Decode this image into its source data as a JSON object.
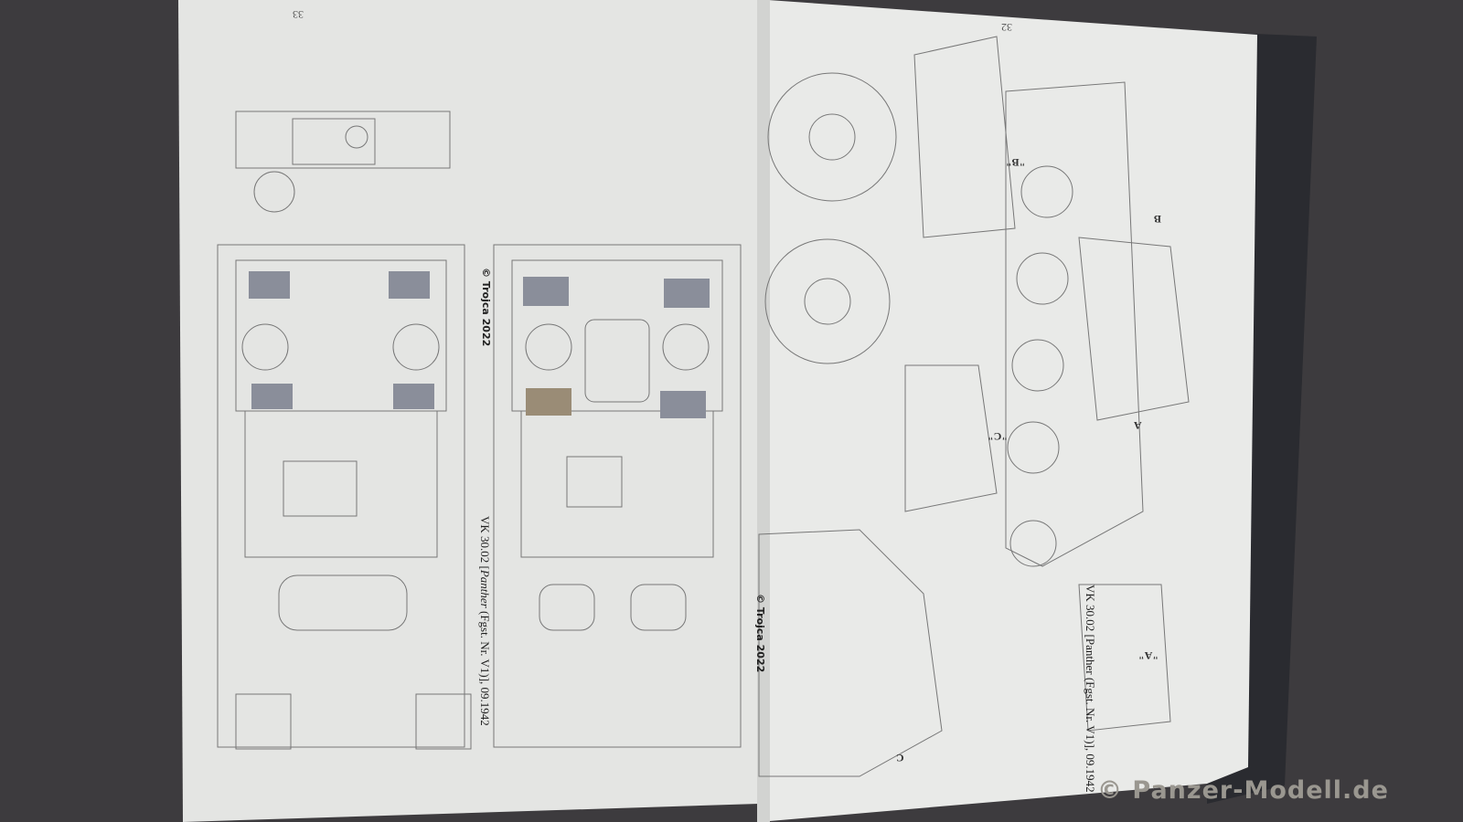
{
  "left_page": {
    "page_number": "33",
    "copyright": "© Trojca 2022",
    "caption_prefix": "VK 30.02 [",
    "caption_italic": "Panther",
    "caption_suffix": " (Fgst. Nr. V1)], 09.1942"
  },
  "right_page": {
    "page_number": "32",
    "copyright": "© Trojca 2022",
    "caption": "VK 30.02 [Panther (Fgst. Nr. V1)], 09.1942",
    "view_labels": [
      "\"B\"",
      "\"C\"",
      "\"A\"",
      "B",
      "A",
      "C"
    ]
  },
  "watermark": "© Panzer-Modell.de"
}
